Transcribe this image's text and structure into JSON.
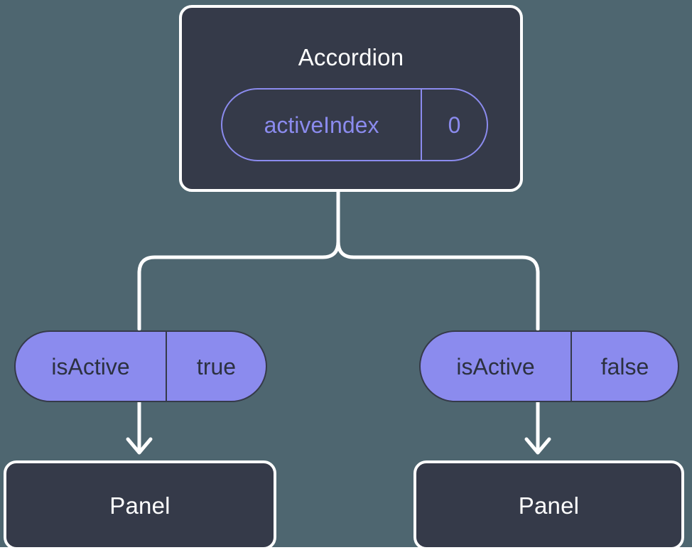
{
  "theme": {
    "background": "#4e6670",
    "card_fill": "#353a49",
    "card_border": "#ffffff",
    "accent_purple": "#8b8bee",
    "pill_text": "#2c3140",
    "title_text": "#ffffff",
    "connector": "#ffffff"
  },
  "diagram": {
    "type": "component-tree",
    "root": {
      "title": "Accordion",
      "state": {
        "key": "activeIndex",
        "value": "0"
      }
    },
    "branches": [
      {
        "side": "left",
        "prop": {
          "key": "isActive",
          "value": "true"
        },
        "child": {
          "title": "Panel"
        }
      },
      {
        "side": "right",
        "prop": {
          "key": "isActive",
          "value": "false"
        },
        "child": {
          "title": "Panel"
        }
      }
    ]
  }
}
